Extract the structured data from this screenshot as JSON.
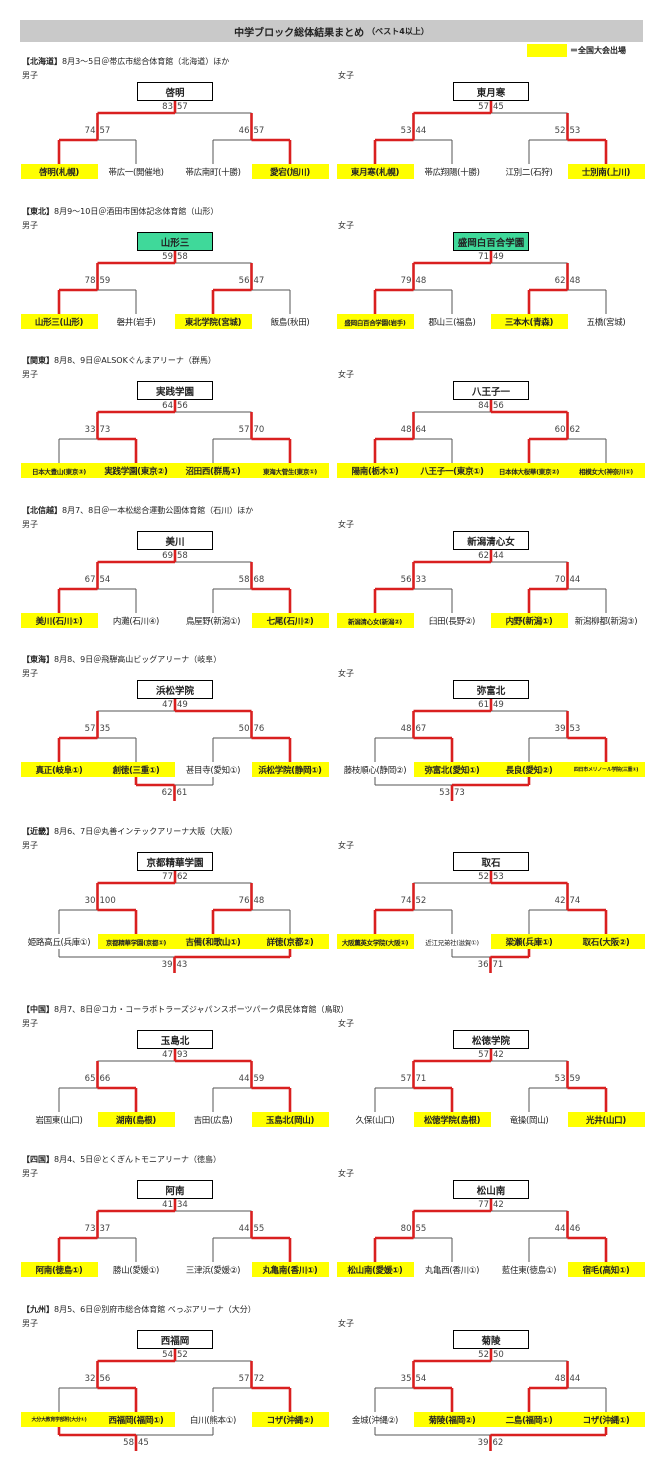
{
  "title": "中学ブロック総体結果まとめ",
  "title_sub": "（ベスト4以上）",
  "legend": {
    "label": "＝全国大会出場",
    "color": "#ffff00"
  },
  "colors": {
    "line": "#555555",
    "winner_line": "#d92020",
    "qualified": "#ffff00",
    "champion_green": "#3fd99a"
  },
  "regions": [
    {
      "name": "【北海道】",
      "info": "8月3～5日＠帯広市総合体育館（北海道）ほか",
      "men": {
        "label": "男子",
        "champion": "啓明",
        "teams": [
          {
            "name": "啓明(札幌)",
            "q": true
          },
          {
            "name": "帯広一(開催地)",
            "q": false
          },
          {
            "name": "帯広南町(十勝)",
            "q": false
          },
          {
            "name": "愛宕(旭川)",
            "q": true
          }
        ],
        "semis": [
          {
            "scores": [
              "74",
              "57"
            ],
            "winner": 0
          },
          {
            "scores": [
              "46",
              "57"
            ],
            "winner": 1
          }
        ],
        "final": {
          "scores": [
            "83",
            "57"
          ],
          "winner": 0
        }
      },
      "women": {
        "label": "女子",
        "champion": "東月寒",
        "teams": [
          {
            "name": "東月寒(札幌)",
            "q": true
          },
          {
            "name": "帯広翔陽(十勝)",
            "q": false
          },
          {
            "name": "江別二(石狩)",
            "q": false
          },
          {
            "name": "士別南(上川)",
            "q": true
          }
        ],
        "semis": [
          {
            "scores": [
              "53",
              "44"
            ],
            "winner": 0
          },
          {
            "scores": [
              "52",
              "53"
            ],
            "winner": 1
          }
        ],
        "final": {
          "scores": [
            "57",
            "45"
          ],
          "winner": 0
        }
      }
    },
    {
      "name": "【東北】",
      "info": "8月9～10日＠酒田市国体記念体育館（山形）",
      "men": {
        "label": "男子",
        "champion": "山形三",
        "champion_green": true,
        "teams": [
          {
            "name": "山形三(山形)",
            "q": true
          },
          {
            "name": "磐井(岩手)",
            "q": false
          },
          {
            "name": "東北学院(宮城)",
            "q": true
          },
          {
            "name": "飯島(秋田)",
            "q": false
          }
        ],
        "semis": [
          {
            "scores": [
              "78",
              "59"
            ],
            "winner": 0
          },
          {
            "scores": [
              "56",
              "47"
            ],
            "winner": 0
          }
        ],
        "final": {
          "scores": [
            "59",
            "58"
          ],
          "winner": 0
        }
      },
      "women": {
        "label": "女子",
        "champion": "盛岡白百合学園",
        "champion_green": true,
        "teams": [
          {
            "name": "盛岡白百合学園(岩手)",
            "q": true
          },
          {
            "name": "郡山三(福島)",
            "q": false
          },
          {
            "name": "三本木(青森)",
            "q": true
          },
          {
            "name": "五橋(宮城)",
            "q": false
          }
        ],
        "semis": [
          {
            "scores": [
              "79",
              "48"
            ],
            "winner": 0
          },
          {
            "scores": [
              "62",
              "48"
            ],
            "winner": 0
          }
        ],
        "final": {
          "scores": [
            "71",
            "49"
          ],
          "winner": 0
        }
      }
    },
    {
      "name": "【関東】",
      "info": "8月8、9日＠ALSOKぐんまアリーナ（群馬）",
      "men": {
        "label": "男子",
        "champion": "実践学園",
        "teams": [
          {
            "name": "日本大豊山(東京③)",
            "q": true
          },
          {
            "name": "実践学園(東京②)",
            "q": true
          },
          {
            "name": "沼田西(群馬①)",
            "q": true
          },
          {
            "name": "東海大菅生(東京①)",
            "q": true
          }
        ],
        "semis": [
          {
            "scores": [
              "33",
              "73"
            ],
            "winner": 1
          },
          {
            "scores": [
              "57",
              "70"
            ],
            "winner": 1
          }
        ],
        "final": {
          "scores": [
            "64",
            "56"
          ],
          "winner": 0
        }
      },
      "women": {
        "label": "女子",
        "champion": "八王子一",
        "teams": [
          {
            "name": "陽南(栃木①)",
            "q": true
          },
          {
            "name": "八王子一(東京①)",
            "q": true
          },
          {
            "name": "日本体大桜華(東京②)",
            "q": true
          },
          {
            "name": "相模女大(神奈川①)",
            "q": true
          }
        ],
        "semis": [
          {
            "scores": [
              "48",
              "64"
            ],
            "winner": 0
          },
          {
            "scores": [
              "60",
              "62"
            ],
            "winner": 0
          }
        ],
        "final": {
          "scores": [
            "84",
            "56"
          ],
          "winner": 1
        }
      }
    },
    {
      "name": "【北信越】",
      "info": "8月7、8日＠一本松総合運動公園体育館（石川）ほか",
      "men": {
        "label": "男子",
        "champion": "美川",
        "teams": [
          {
            "name": "美川(石川①)",
            "q": true
          },
          {
            "name": "内灘(石川④)",
            "q": false
          },
          {
            "name": "鳥屋野(新潟①)",
            "q": false
          },
          {
            "name": "七尾(石川②)",
            "q": true
          }
        ],
        "semis": [
          {
            "scores": [
              "67",
              "54"
            ],
            "winner": 0
          },
          {
            "scores": [
              "58",
              "68"
            ],
            "winner": 1
          }
        ],
        "final": {
          "scores": [
            "69",
            "58"
          ],
          "winner": 0
        }
      },
      "women": {
        "label": "女子",
        "champion": "新潟清心女",
        "teams": [
          {
            "name": "新潟清心女(新潟②)",
            "q": true
          },
          {
            "name": "臼田(長野②)",
            "q": false
          },
          {
            "name": "内野(新潟①)",
            "q": true
          },
          {
            "name": "新潟柳都(新潟③)",
            "q": false
          }
        ],
        "semis": [
          {
            "scores": [
              "56",
              "33"
            ],
            "winner": 0
          },
          {
            "scores": [
              "70",
              "44"
            ],
            "winner": 0
          }
        ],
        "final": {
          "scores": [
            "62",
            "44"
          ],
          "winner": 0
        }
      }
    },
    {
      "name": "【東海】",
      "info": "8月8、9日＠飛騨高山ビッグアリーナ（岐阜）",
      "men": {
        "label": "男子",
        "champion": "浜松学院",
        "teams": [
          {
            "name": "真正(岐阜①)",
            "q": true
          },
          {
            "name": "創徳(三重①)",
            "q": true
          },
          {
            "name": "甚目寺(愛知①)",
            "q": false
          },
          {
            "name": "浜松学院(静岡①)",
            "q": true
          }
        ],
        "semis": [
          {
            "scores": [
              "57",
              "35"
            ],
            "winner": 0
          },
          {
            "scores": [
              "50",
              "76"
            ],
            "winner": 1
          }
        ],
        "final": {
          "scores": [
            "47",
            "49"
          ],
          "winner": 1
        },
        "third": {
          "scores": [
            "62",
            "61"
          ],
          "winner": 0
        }
      },
      "women": {
        "label": "女子",
        "champion": "弥富北",
        "teams": [
          {
            "name": "藤枝順心(静岡②)",
            "q": false
          },
          {
            "name": "弥富北(愛知①)",
            "q": true
          },
          {
            "name": "長良(愛知②)",
            "q": true
          },
          {
            "name": "四日市メリノール学院(三重①)",
            "q": true
          }
        ],
        "semis": [
          {
            "scores": [
              "48",
              "67"
            ],
            "winner": 1
          },
          {
            "scores": [
              "39",
              "53"
            ],
            "winner": 1
          }
        ],
        "final": {
          "scores": [
            "61",
            "49"
          ],
          "winner": 0
        },
        "third": {
          "scores": [
            "53",
            "73"
          ],
          "winner": 1
        }
      }
    },
    {
      "name": "【近畿】",
      "info": "8月6、7日＠丸善インテックアリーナ大阪（大阪）",
      "men": {
        "label": "男子",
        "champion": "京都精華学園",
        "teams": [
          {
            "name": "姫路高丘(兵庫①)",
            "q": false
          },
          {
            "name": "京都精華学園(京都①)",
            "q": true
          },
          {
            "name": "吉備(和歌山①)",
            "q": true
          },
          {
            "name": "詳徳(京都②)",
            "q": true
          }
        ],
        "semis": [
          {
            "scores": [
              "30",
              "100"
            ],
            "winner": 1
          },
          {
            "scores": [
              "76",
              "48"
            ],
            "winner": 0
          }
        ],
        "final": {
          "scores": [
            "77",
            "62"
          ],
          "winner": 0
        },
        "third": {
          "scores": [
            "39",
            "43"
          ],
          "winner": 1
        }
      },
      "women": {
        "label": "女子",
        "champion": "取石",
        "teams": [
          {
            "name": "大阪薫英女学院(大阪①)",
            "q": true
          },
          {
            "name": "近江兄弟社(滋賀①)",
            "q": false
          },
          {
            "name": "梁瀬(兵庫①)",
            "q": true
          },
          {
            "name": "取石(大阪②)",
            "q": true
          }
        ],
        "semis": [
          {
            "scores": [
              "74",
              "52"
            ],
            "winner": 0
          },
          {
            "scores": [
              "42",
              "74"
            ],
            "winner": 1
          }
        ],
        "final": {
          "scores": [
            "52",
            "53"
          ],
          "winner": 1
        },
        "third": {
          "scores": [
            "36",
            "71"
          ],
          "winner": 1
        }
      }
    },
    {
      "name": "【中国】",
      "info": "8月7、8日＠コカ・コーラボトラーズジャパンスポーツパーク県民体育館（鳥取）",
      "men": {
        "label": "男子",
        "champion": "玉島北",
        "teams": [
          {
            "name": "岩国東(山口)",
            "q": false
          },
          {
            "name": "湖南(島根)",
            "q": true
          },
          {
            "name": "吉田(広島)",
            "q": false
          },
          {
            "name": "玉島北(岡山)",
            "q": true
          }
        ],
        "semis": [
          {
            "scores": [
              "65",
              "66"
            ],
            "winner": 1
          },
          {
            "scores": [
              "44",
              "59"
            ],
            "winner": 1
          }
        ],
        "final": {
          "scores": [
            "47",
            "93"
          ],
          "winner": 1
        }
      },
      "women": {
        "label": "女子",
        "champion": "松徳学院",
        "teams": [
          {
            "name": "久保(山口)",
            "q": false
          },
          {
            "name": "松徳学院(島根)",
            "q": true
          },
          {
            "name": "竜操(岡山)",
            "q": false
          },
          {
            "name": "光井(山口)",
            "q": true
          }
        ],
        "semis": [
          {
            "scores": [
              "57",
              "71"
            ],
            "winner": 1
          },
          {
            "scores": [
              "53",
              "59"
            ],
            "winner": 1
          }
        ],
        "final": {
          "scores": [
            "57",
            "42"
          ],
          "winner": 0
        }
      }
    },
    {
      "name": "【四国】",
      "info": "8月4、5日＠とくぎんトモニアリーナ（徳島）",
      "men": {
        "label": "男子",
        "champion": "阿南",
        "teams": [
          {
            "name": "阿南(徳島①)",
            "q": true
          },
          {
            "name": "勝山(愛媛①)",
            "q": false
          },
          {
            "name": "三津浜(愛媛②)",
            "q": false
          },
          {
            "name": "丸亀南(香川①)",
            "q": true
          }
        ],
        "semis": [
          {
            "scores": [
              "73",
              "37"
            ],
            "winner": 0
          },
          {
            "scores": [
              "44",
              "55"
            ],
            "winner": 1
          }
        ],
        "final": {
          "scores": [
            "41",
            "34"
          ],
          "winner": 0
        }
      },
      "women": {
        "label": "女子",
        "champion": "松山南",
        "teams": [
          {
            "name": "松山南(愛媛①)",
            "q": true
          },
          {
            "name": "丸亀西(香川①)",
            "q": false
          },
          {
            "name": "藍住東(徳島①)",
            "q": false
          },
          {
            "name": "宿毛(高知①)",
            "q": true
          }
        ],
        "semis": [
          {
            "scores": [
              "80",
              "55"
            ],
            "winner": 0
          },
          {
            "scores": [
              "44",
              "46"
            ],
            "winner": 1
          }
        ],
        "final": {
          "scores": [
            "77",
            "42"
          ],
          "winner": 0
        }
      }
    },
    {
      "name": "【九州】",
      "info": "8月5、6日＠別府市総合体育館 べっぷアリーナ（大分）",
      "men": {
        "label": "男子",
        "champion": "西福岡",
        "teams": [
          {
            "name": "大分大教育学部附(大分①)",
            "q": true
          },
          {
            "name": "西福岡(福岡①)",
            "q": true
          },
          {
            "name": "白川(熊本①)",
            "q": false
          },
          {
            "name": "コザ(沖縄②)",
            "q": true
          }
        ],
        "semis": [
          {
            "scores": [
              "32",
              "56"
            ],
            "winner": 1
          },
          {
            "scores": [
              "57",
              "72"
            ],
            "winner": 1
          }
        ],
        "final": {
          "scores": [
            "54",
            "52"
          ],
          "winner": 0
        },
        "third": {
          "scores": [
            "58",
            "45"
          ],
          "winner": 0
        }
      },
      "women": {
        "label": "女子",
        "champion": "菊陵",
        "teams": [
          {
            "name": "金城(沖縄②)",
            "q": false
          },
          {
            "name": "菊陵(福岡②)",
            "q": true
          },
          {
            "name": "二島(福岡①)",
            "q": true
          },
          {
            "name": "コザ(沖縄①)",
            "q": true
          }
        ],
        "semis": [
          {
            "scores": [
              "35",
              "54"
            ],
            "winner": 1
          },
          {
            "scores": [
              "48",
              "44"
            ],
            "winner": 0
          }
        ],
        "final": {
          "scores": [
            "52",
            "50"
          ],
          "winner": 0
        },
        "third": {
          "scores": [
            "39",
            "62"
          ],
          "winner": 1
        }
      }
    }
  ]
}
